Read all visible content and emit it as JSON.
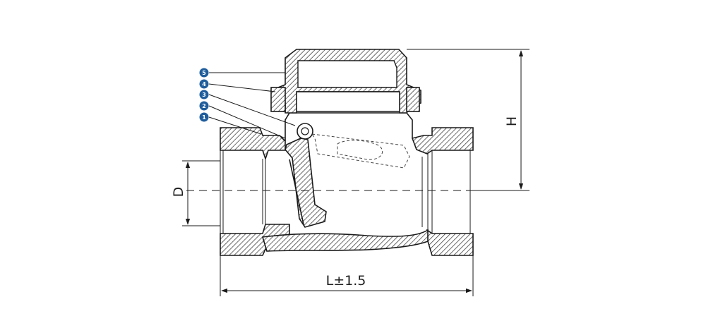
{
  "dimensions": {
    "length_label": "L±1.5",
    "height_label": "H",
    "diameter_label": "D"
  },
  "callouts": [
    {
      "label": "5"
    },
    {
      "label": "4"
    },
    {
      "label": "3"
    },
    {
      "label": "2"
    },
    {
      "label": "1"
    }
  ],
  "colors": {
    "line": "#1a1a1a",
    "callout_fill": "#1f5d9c",
    "background": "#ffffff"
  }
}
